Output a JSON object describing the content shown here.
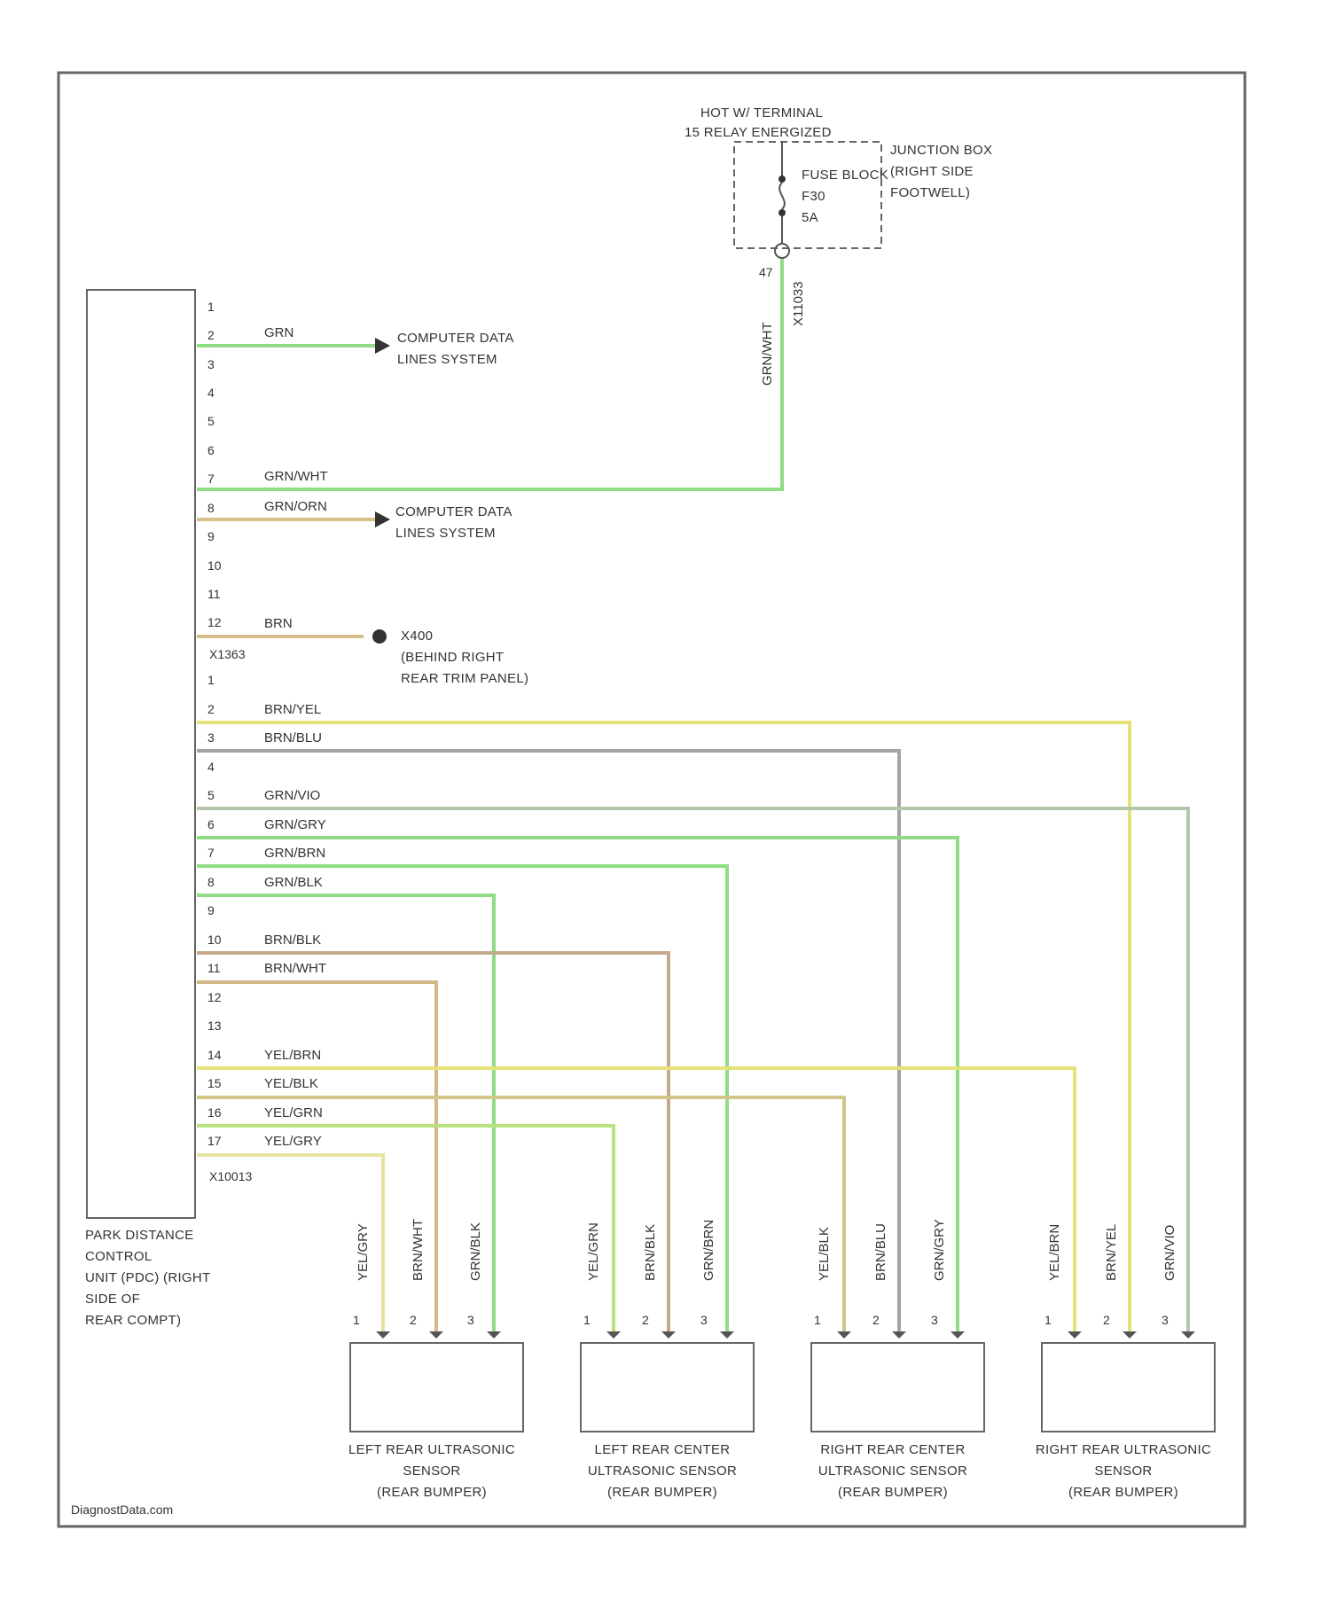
{
  "colors": {
    "green": "#8fdc84",
    "tan": "#d6c08a",
    "yellow": "#e6e27a",
    "gray": "#a8a3a3",
    "grayGreen": "#b6c6ab",
    "brown": "#c4a98d",
    "orangeTan": "#d3b787",
    "frame": "#666666",
    "line": "#555555"
  },
  "top": {
    "hot_label_1": "HOT W/ TERMINAL",
    "hot_label_2": "15 RELAY ENERGIZED",
    "junction_1": "JUNCTION BOX",
    "junction_2": "(RIGHT SIDE",
    "junction_3": "FOOTWELL)",
    "fuse_1": "FUSE BLOCK",
    "fuse_2": "F30",
    "fuse_3": "5A",
    "fuse_pin": "47",
    "fuse_wire": "GRN/WHT",
    "fuse_conn": "X11033"
  },
  "pdc": {
    "label_1": "PARK DISTANCE",
    "label_2": "CONTROL",
    "label_3": "UNIT (PDC) (RIGHT",
    "label_4": "SIDE OF",
    "label_5": "REAR COMPT)",
    "conn_a": "X1363",
    "conn_b": "X10013",
    "pins_a": [
      "1",
      "2",
      "3",
      "4",
      "5",
      "6",
      "7",
      "8",
      "9",
      "10",
      "11",
      "12"
    ],
    "pins_b": [
      "1",
      "2",
      "3",
      "4",
      "5",
      "6",
      "7",
      "8",
      "9",
      "10",
      "11",
      "12",
      "13",
      "14",
      "15",
      "16",
      "17"
    ]
  },
  "wires_a": {
    "w2": "GRN",
    "w7": "GRN/WHT",
    "w8": "GRN/ORN",
    "w12": "BRN"
  },
  "dest": {
    "cds1_1": "COMPUTER DATA",
    "cds1_2": "LINES SYSTEM",
    "cds2_1": "COMPUTER DATA",
    "cds2_2": "LINES SYSTEM",
    "gnd_1": "X400",
    "gnd_2": "(BEHIND RIGHT",
    "gnd_3": "REAR TRIM PANEL)"
  },
  "wires_b": {
    "w2": "BRN/YEL",
    "w3": "BRN/BLU",
    "w5": "GRN/VIO",
    "w6": "GRN/GRY",
    "w7": "GRN/BRN",
    "w8": "GRN/BLK",
    "w10": "BRN/BLK",
    "w11": "BRN/WHT",
    "w14": "YEL/BRN",
    "w15": "YEL/BLK",
    "w16": "YEL/GRN",
    "w17": "YEL/GRY"
  },
  "sensors": [
    {
      "l1": "LEFT REAR ULTRASONIC",
      "l2": "SENSOR",
      "l3": "(REAR BUMPER)",
      "wires": [
        "YEL/GRY",
        "BRN/WHT",
        "GRN/BLK"
      ],
      "pins": [
        "1",
        "2",
        "3"
      ]
    },
    {
      "l1": "LEFT REAR CENTER",
      "l2": "ULTRASONIC SENSOR",
      "l3": "(REAR BUMPER)",
      "wires": [
        "YEL/GRN",
        "BRN/BLK",
        "GRN/BRN"
      ],
      "pins": [
        "1",
        "2",
        "3"
      ]
    },
    {
      "l1": "RIGHT REAR CENTER",
      "l2": "ULTRASONIC SENSOR",
      "l3": "(REAR BUMPER)",
      "wires": [
        "YEL/BLK",
        "BRN/BLU",
        "GRN/GRY"
      ],
      "pins": [
        "1",
        "2",
        "3"
      ]
    },
    {
      "l1": "RIGHT REAR ULTRASONIC",
      "l2": "SENSOR",
      "l3": "(REAR BUMPER)",
      "wires": [
        "YEL/BRN",
        "BRN/YEL",
        "GRN/VIO"
      ],
      "pins": [
        "1",
        "2",
        "3"
      ]
    }
  ],
  "watermark": "DiagnostData.com"
}
